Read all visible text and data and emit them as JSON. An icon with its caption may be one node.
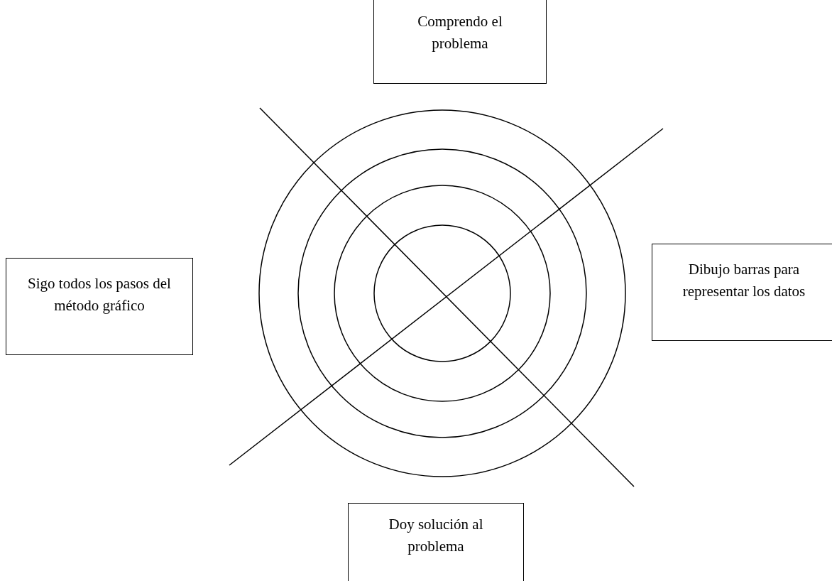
{
  "diagram": {
    "nodes": [
      {
        "text": [
          "Comprendo el problema"
        ]
      },
      {
        "text": [
          "Sigo todos los pasos del método gráfico"
        ]
      },
      {
        "text": [
          "Dibujo barras para representar los datos"
        ]
      },
      {
        "text": [
          "Doy solución al problema"
        ]
      }
    ]
  }
}
